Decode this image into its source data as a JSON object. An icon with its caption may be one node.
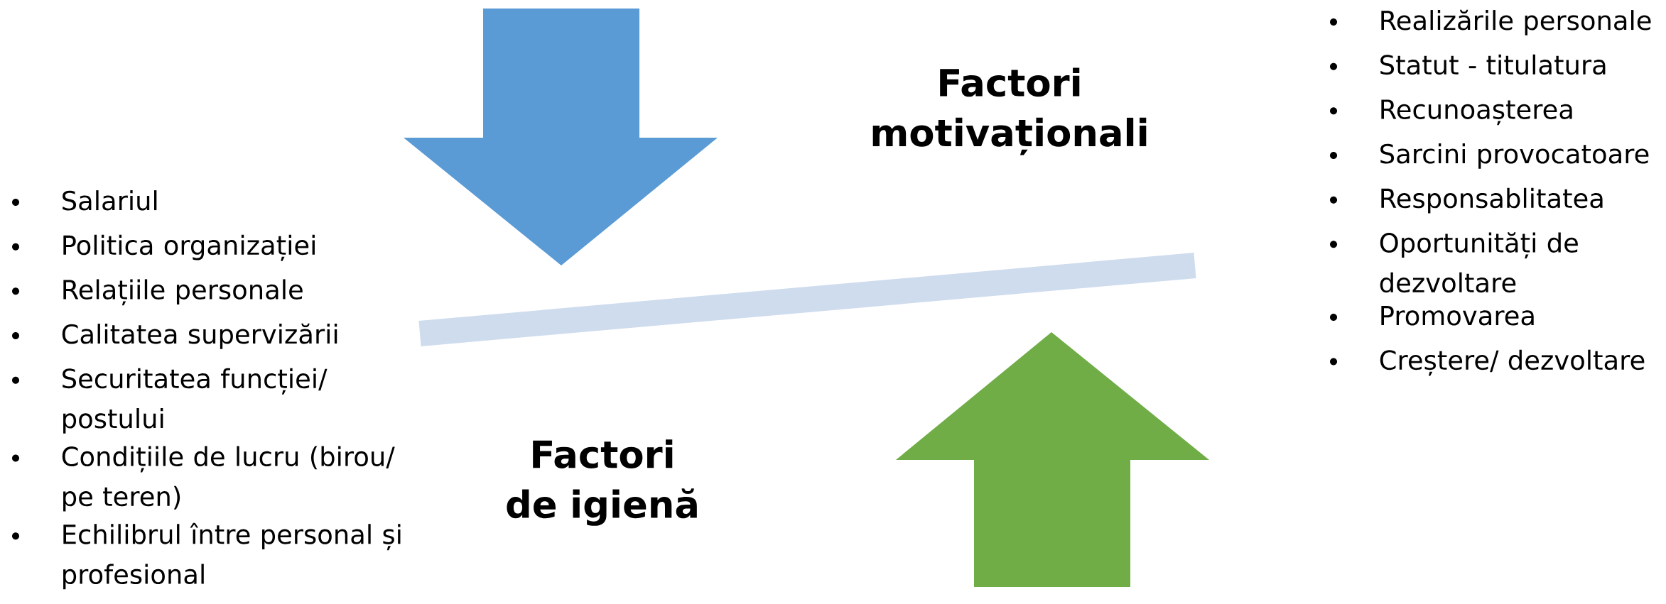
{
  "diagram": {
    "labels": [
      "Realizările personale",
      "Statut - titulatura",
      "Recunoașterea",
      "Sarcini provocatoare",
      "Responsablitatea",
      "Oportunități de dezvoltare",
      "Promovarea",
      "Creștere/ dezvoltare",
      "Factori motivaționali",
      "Salariul",
      "Politica organizației",
      "Relațiile personale",
      "Calitatea supervizării",
      "Securitatea funcției/ postului",
      "Condițiile de lucru (birou/ pe teren)",
      "Echilibrul între personal și profesional",
      "Factori de igienă"
    ]
  }
}
